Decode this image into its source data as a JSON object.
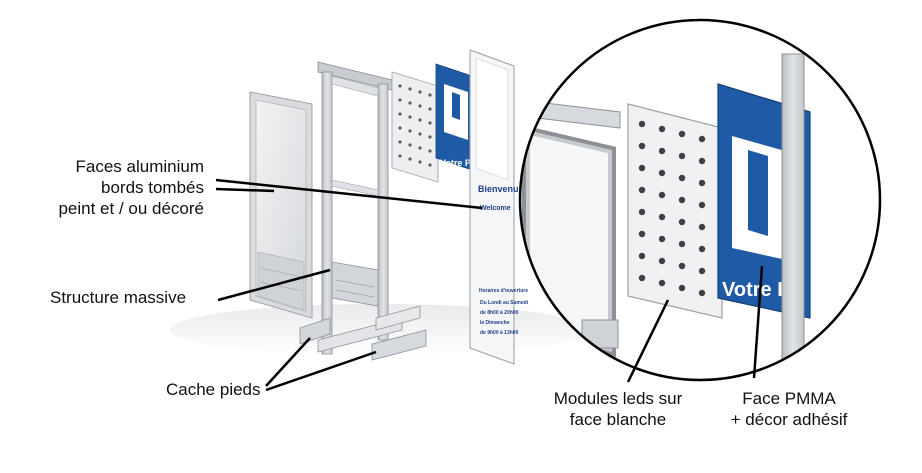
{
  "labels": {
    "faces_aluminium": [
      "Faces aluminium",
      "bords tombés",
      "peint et / ou décoré"
    ],
    "structure": "Structure massive",
    "cache_pieds": "Cache pieds",
    "modules_leds": [
      "Modules leds sur",
      "face blanche"
    ],
    "face_pmma": [
      "Face PMMA",
      "+ décor  adhésif"
    ]
  },
  "sign": {
    "letter": "P",
    "banner_text": "Votre P",
    "panel_title": "Bienvenu",
    "panel_subtitle": "Welcome",
    "hours_title": "Horaires d'ouverture",
    "hours_lines": [
      "Du Lundi au Samedi",
      "de 8h00 à 20h00",
      "le Dimanche",
      "de 9h00 à 13h00"
    ]
  },
  "colors": {
    "accent_blue": "#1f5aa6",
    "aluminium": "#cfd2d6",
    "frame": "#e3e5e8",
    "leader": "#000000"
  }
}
